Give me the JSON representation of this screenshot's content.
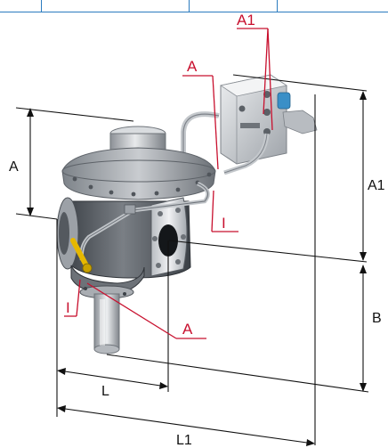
{
  "labels": {
    "dim_a": "A",
    "dim_a1": "A1",
    "dim_b": "B",
    "dim_l": "L",
    "dim_l1": "L1"
  },
  "callouts": {
    "a1_top": "A1",
    "a_top": "A",
    "i_right": "I",
    "i_left": "I",
    "a_bottom": "A"
  },
  "colors": {
    "dimension_line": "#111111",
    "callout": "#c8102e",
    "table_border": "#2b7bbf",
    "metal_light": "#d9dcdf",
    "metal_mid": "#a9adb2",
    "metal_dark": "#6f747a",
    "body_dark": "#4a4f55",
    "accent_blue": "#3a8fc7",
    "accent_yellow": "#e6b800"
  }
}
